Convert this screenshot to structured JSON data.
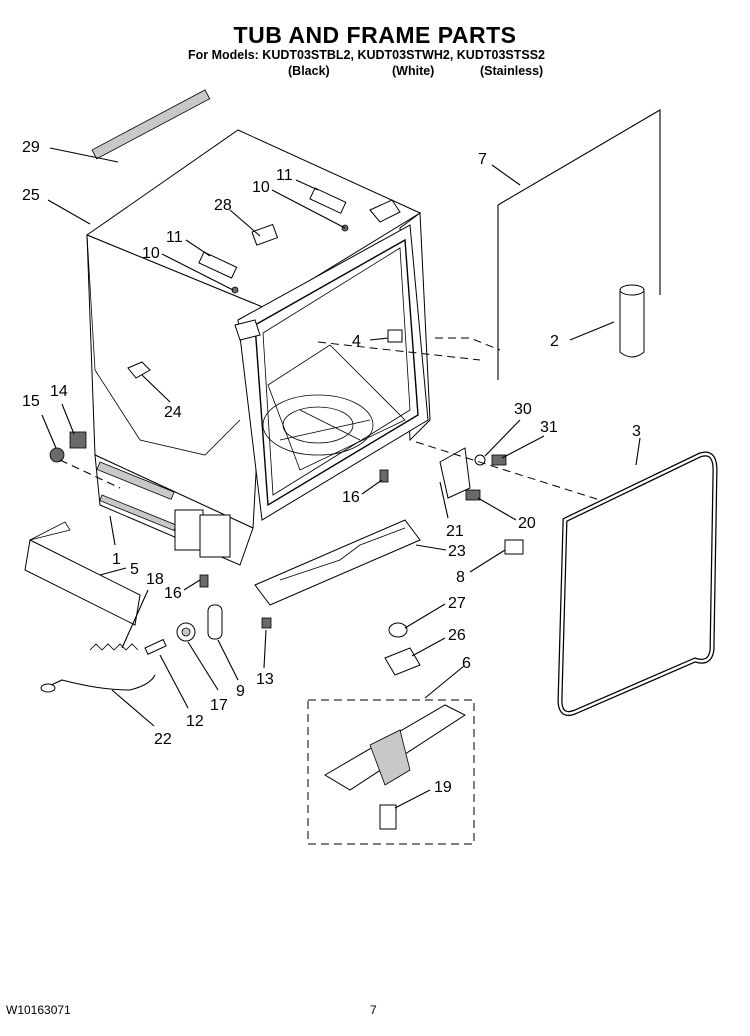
{
  "header": {
    "title": "TUB AND FRAME PARTS",
    "models_line": "For Models: KUDT03STBL2, KUDT03STWH2, KUDT03STSS2",
    "variants": [
      "(Black)",
      "(White)",
      "(Stainless)"
    ]
  },
  "footer": {
    "doc_number": "W10163071",
    "page_number": "7"
  },
  "callouts": [
    "29",
    "25",
    "11",
    "10",
    "28",
    "11",
    "10",
    "7",
    "2",
    "4",
    "24",
    "15",
    "14",
    "30",
    "31",
    "3",
    "16",
    "21",
    "20",
    "1",
    "5",
    "18",
    "16",
    "23",
    "8",
    "27",
    "26",
    "6",
    "17",
    "9",
    "13",
    "12",
    "22",
    "19"
  ]
}
